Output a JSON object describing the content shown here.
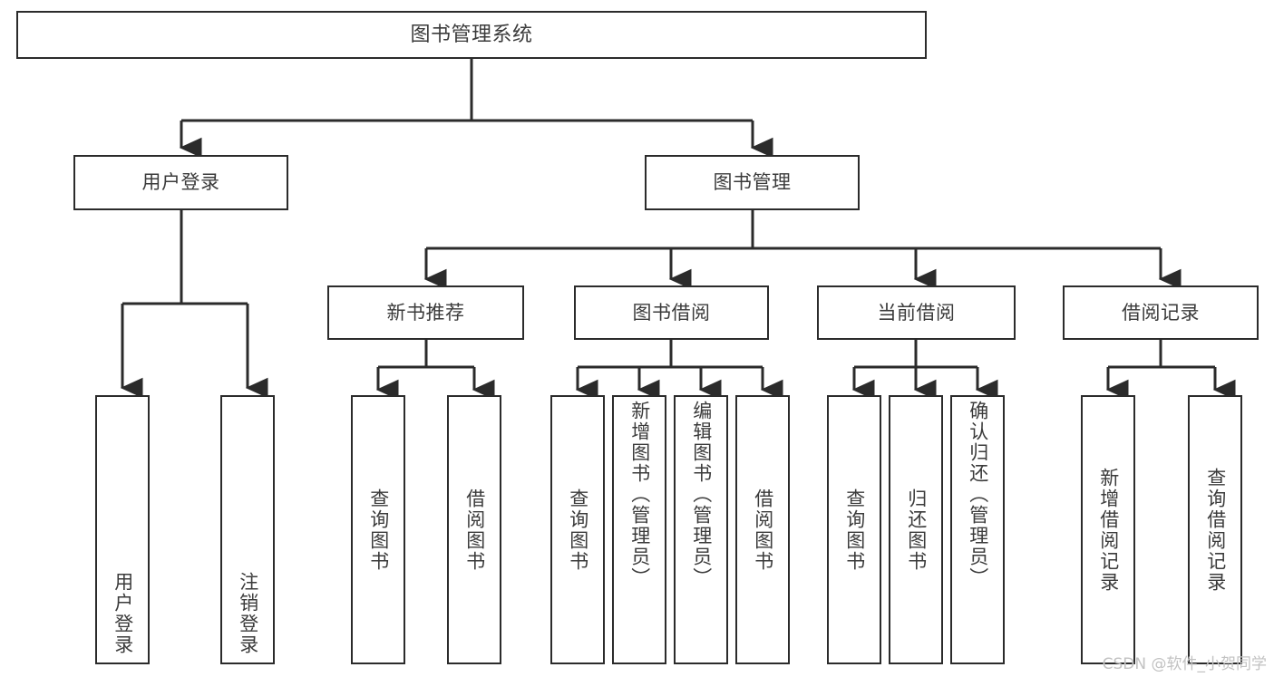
{
  "diagram": {
    "title": "图书管理系统",
    "type": "tree",
    "watermark": "CSDN @软件_小贺同学",
    "colors": {
      "box_border": "#2b2b2b",
      "box_fill": "#ffffff",
      "text": "#3b3b3b",
      "connector": "#2b2b2b",
      "watermark": "#c2c2c2"
    },
    "levels": {
      "root": {
        "label": "图书管理系统"
      },
      "level1": [
        {
          "label": "用户登录"
        },
        {
          "label": "图书管理"
        }
      ],
      "level2": [
        {
          "label": "新书推荐"
        },
        {
          "label": "图书借阅"
        },
        {
          "label": "当前借阅"
        },
        {
          "label": "借阅记录"
        }
      ],
      "leaves": {
        "user_login": [
          {
            "label": "用户登录"
          },
          {
            "label": "注销登录"
          }
        ],
        "new_book_recommend": [
          {
            "label": "查询图书"
          },
          {
            "label": "借阅图书"
          }
        ],
        "book_borrow": [
          {
            "label": "查询图书"
          },
          {
            "label": "新增图书（管理员）"
          },
          {
            "label": "编辑图书（管理员）"
          },
          {
            "label": "借阅图书"
          }
        ],
        "current_borrow": [
          {
            "label": "查询图书"
          },
          {
            "label": "归还图书"
          },
          {
            "label": "确认归还（管理员）"
          }
        ],
        "borrow_record": [
          {
            "label": "新增借阅记录"
          },
          {
            "label": "查询借阅记录"
          }
        ]
      }
    }
  }
}
